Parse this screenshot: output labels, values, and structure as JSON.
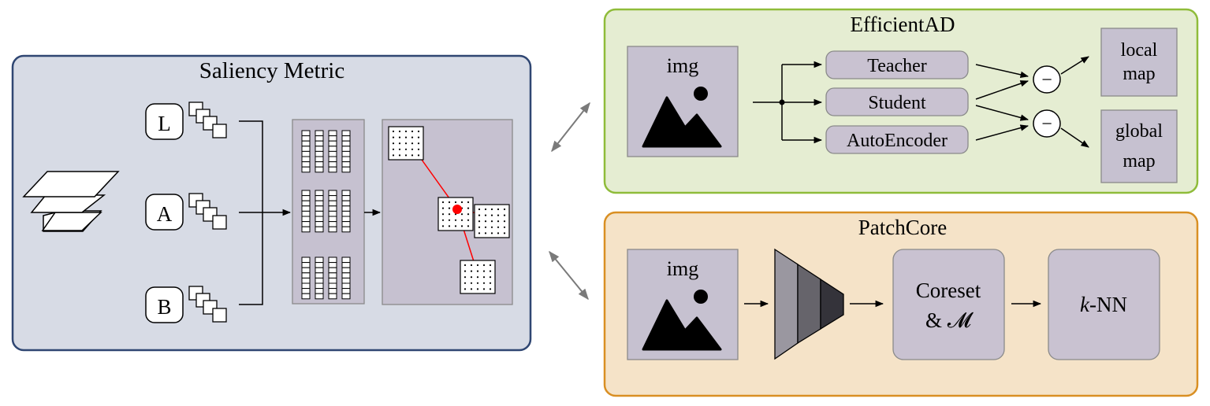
{
  "saliency": {
    "title": "Saliency Metric",
    "inputs": [
      "L",
      "A",
      "B"
    ]
  },
  "efficientad": {
    "title": "EfficientAD",
    "img_label": "img",
    "models": [
      "Teacher",
      "Student",
      "AutoEncoder"
    ],
    "minus": "−",
    "outputs": [
      {
        "line1": "local",
        "line2": "map"
      },
      {
        "line1": "global",
        "line2": "map"
      }
    ]
  },
  "patchcore": {
    "title": "PatchCore",
    "img_label": "img",
    "coreset_line1": "Coreset",
    "coreset_line2": "& 𝓜",
    "knn_k": "k",
    "knn_rest": "-NN"
  },
  "colors": {
    "saliency_bg": "#d7dbe5",
    "saliency_border": "#2f4672",
    "efficient_bg": "#e5edd2",
    "efficient_border": "#8fbc3a",
    "patch_bg": "#f5e3c8",
    "patch_border": "#d98f23",
    "node_fill": "#c9c2d1",
    "accent_red": "#ff0000"
  }
}
